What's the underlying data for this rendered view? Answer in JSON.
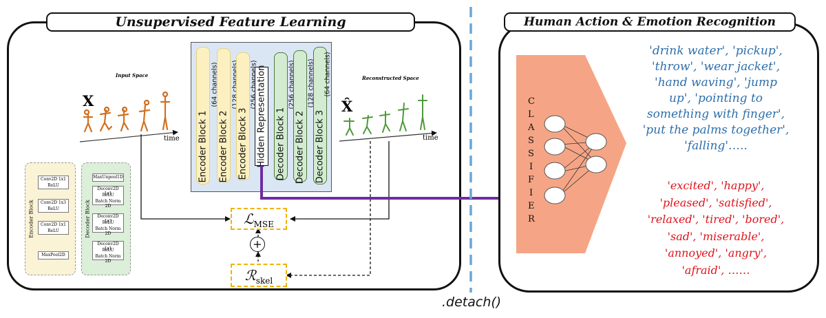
{
  "left_panel": {
    "title": "Unsupervised Feature Learning",
    "input_space_label": "Input Space",
    "input_symbol": "X",
    "reconstructed_space_label": "Reconstructed Space",
    "reconstructed_symbol": "X̂",
    "time_label": "time",
    "encoder_blocks": [
      {
        "label": "Encoder Block 1",
        "channels": "(64 channels)"
      },
      {
        "label": "Encoder Block 2",
        "channels": "(128 channels)"
      },
      {
        "label": "Encoder Block 3",
        "channels": "(256 channels)"
      }
    ],
    "hidden_representation": "Hidden Representation",
    "decoder_blocks": [
      {
        "label": "Decoder Block 1",
        "channels": "(256 channels)"
      },
      {
        "label": "Decoder Block 2",
        "channels": "(128 channels)"
      },
      {
        "label": "Decoder Block 3",
        "channels": "(64 channels)"
      }
    ],
    "encoder_detail": {
      "title": "Encoder Block",
      "ops": [
        [
          "Conv2D 1x1",
          "ReLU"
        ],
        [
          "Conv2D 1x3",
          "ReLU"
        ],
        [
          "Conv2D 1x1",
          "ReLU"
        ],
        [
          "MaxPool2D"
        ]
      ]
    },
    "decoder_detail": {
      "title": "Decoder Block",
      "ops": [
        [
          "MaxUnpool1D"
        ],
        [
          "Deconv2D 1x1",
          "ReLU",
          "Batch Norm 2D"
        ],
        [
          "Deconv2D 1x3",
          "ReLU",
          "Batch Norm 2D"
        ],
        [
          "Deconv2D 1x1",
          "ReLU",
          "Batch Norm 2D"
        ]
      ]
    },
    "loss_mse": "ℒ",
    "loss_mse_sub": "MSE",
    "loss_skel": "ℛ",
    "loss_skel_sub": "skel",
    "plus_symbol": "+"
  },
  "detach_label": ".detach()",
  "right_panel": {
    "title": "Human Action & Emotion Recognition",
    "classifier_letters": [
      "C",
      "L",
      "A",
      "S",
      "S",
      "I",
      "F",
      "I",
      "E",
      "R"
    ],
    "action_lines": [
      "'drink water', 'pickup',",
      "'throw', 'wear jacket',",
      "'hand waving', 'jump",
      "up', 'pointing to",
      "something with finger',",
      "'put the palms together',",
      "'falling'….."
    ],
    "emotion_lines": [
      "'excited', 'happy',",
      "'pleased', 'satisfied',",
      "'relaxed', 'tired', 'bored',",
      "'sad', 'miserable',",
      "'annoyed', 'angry',",
      "'afraid', ……"
    ]
  },
  "colors": {
    "encoder_fill": "#fdf0c0",
    "decoder_fill": "#d3ecd1",
    "autoencoder_bg": "#dbe6f4",
    "input_skeleton": "#d2701f",
    "reconstructed_skeleton": "#4f9a3a",
    "detach_arrow": "#6e2ca0",
    "classifier_fill": "#f5a585",
    "dashed_divider": "#6aa6d8",
    "loss_border": "#f0b400",
    "actions_text": "#2e6fab",
    "emotions_text": "#e0121b"
  }
}
